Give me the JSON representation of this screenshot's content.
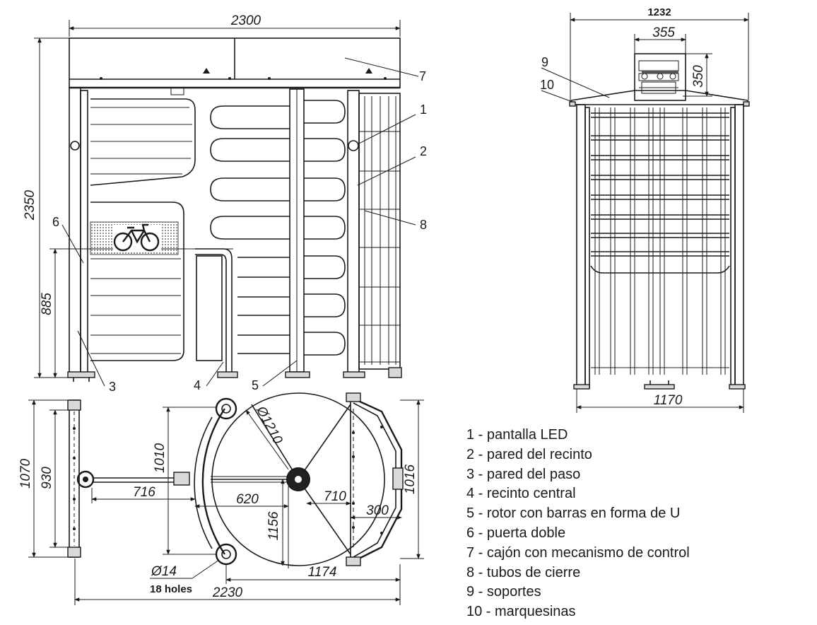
{
  "dimensions": {
    "front_width": "2300",
    "front_height": "2350",
    "door_height": "885",
    "side_width": "1232",
    "side_top_width": "355",
    "side_top_height": "350",
    "side_base_width": "1170",
    "plan_depth": "1070",
    "plan_anchor_spacing": "930",
    "plan_rail_depth": "1010",
    "plan_arm_length": "716",
    "plan_radius_left": "620",
    "plan_rotor_diameter": "Ø1210",
    "plan_radius_right": "710",
    "plan_offset": "300",
    "plan_height_1156": "1156",
    "plan_height_1016": "1016",
    "plan_width_1174": "1174",
    "plan_total_width": "2230",
    "hole_diameter": "Ø14",
    "hole_count": "18 holes"
  },
  "callouts": {
    "c1": "1",
    "c2": "2",
    "c3": "3",
    "c4": "4",
    "c5": "5",
    "c6": "6",
    "c7": "7",
    "c8": "8",
    "c9": "9",
    "c10": "10"
  },
  "legend": [
    "1 - pantalla LED",
    "2 - pared del recinto",
    "3 - pared del paso",
    "4 - recinto central",
    "5 - rotor con barras en forma de U",
    "6 - puerta doble",
    "7 - cajón con mecanismo de control",
    "8 - tubos de cierre",
    "9 - soportes",
    "10 - marquesinas"
  ],
  "icons": [
    "bicycle-icon",
    "warning-triangle-icon"
  ]
}
